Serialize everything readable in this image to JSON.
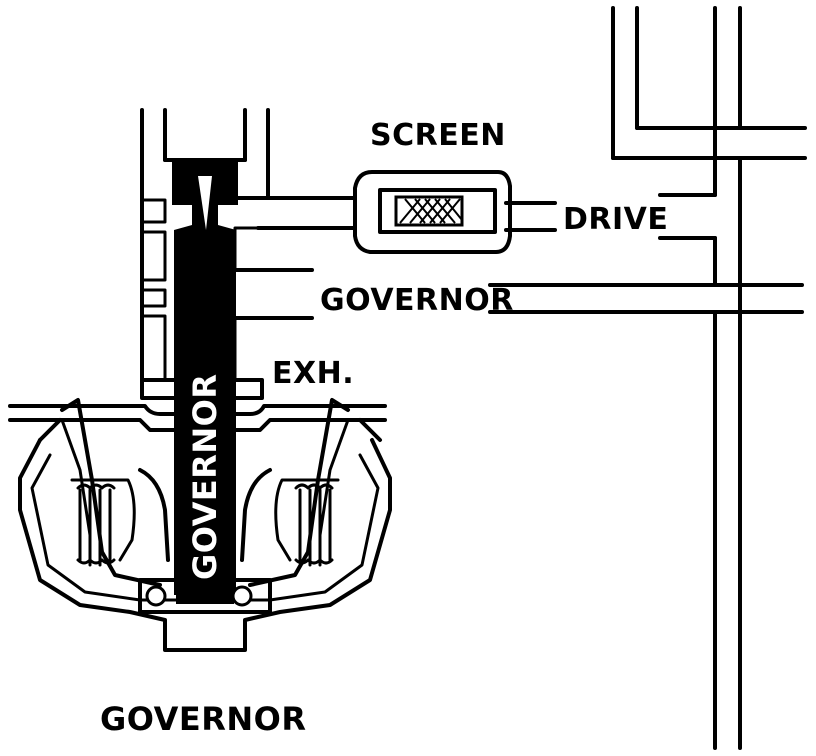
{
  "labels": {
    "screen": "SCREEN",
    "drive": "DRIVE",
    "governor_line": "GOVERNOR",
    "exhaust": "EXH.",
    "governor_shaft": "GOVERNOR",
    "caption": "GOVERNOR"
  },
  "colors": {
    "ink": "#000000",
    "paper": "#ffffff"
  }
}
